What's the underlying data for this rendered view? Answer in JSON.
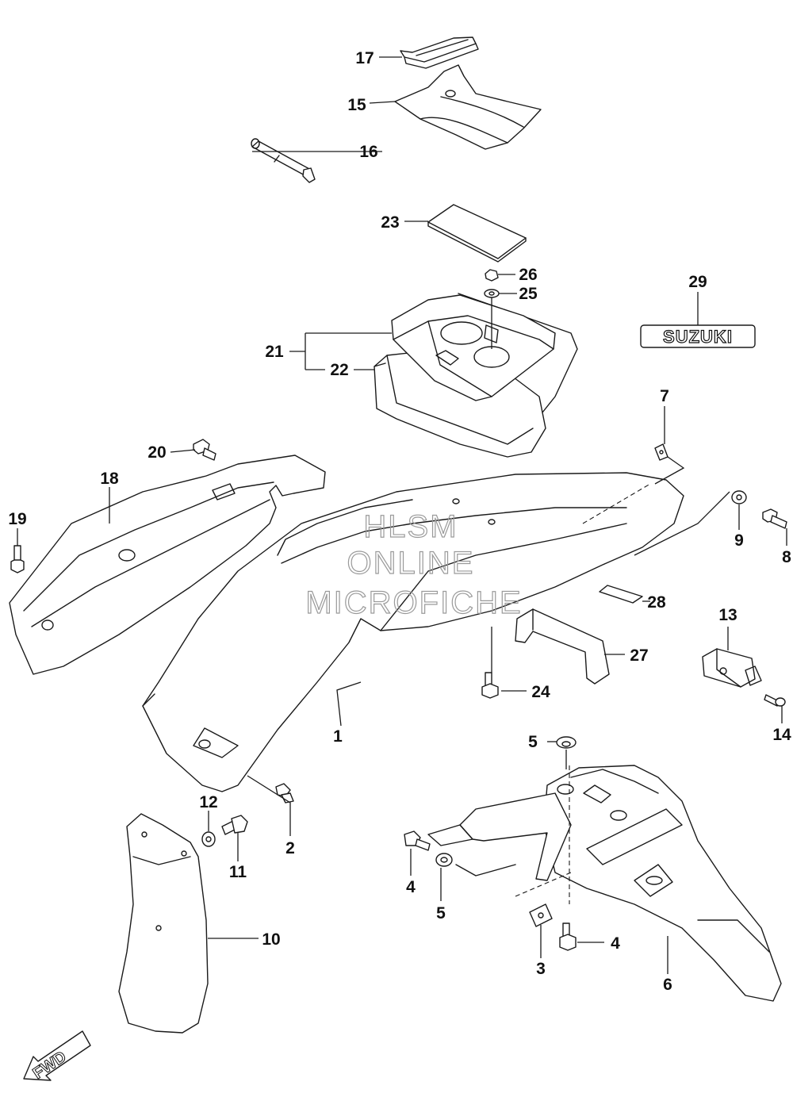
{
  "diagram": {
    "callouts": [
      "1",
      "2",
      "3",
      "4",
      "4",
      "5",
      "5",
      "6",
      "7",
      "8",
      "9",
      "10",
      "11",
      "12",
      "13",
      "14",
      "15",
      "16",
      "17",
      "18",
      "19",
      "20",
      "21",
      "22",
      "23",
      "24",
      "25",
      "26",
      "27",
      "28",
      "29"
    ],
    "logo_text": "SUZUKI",
    "fwd_label": "FWD",
    "watermark": {
      "line1": "HLSM",
      "line2": "ONLINE",
      "line3": "MICROFICHE"
    }
  }
}
